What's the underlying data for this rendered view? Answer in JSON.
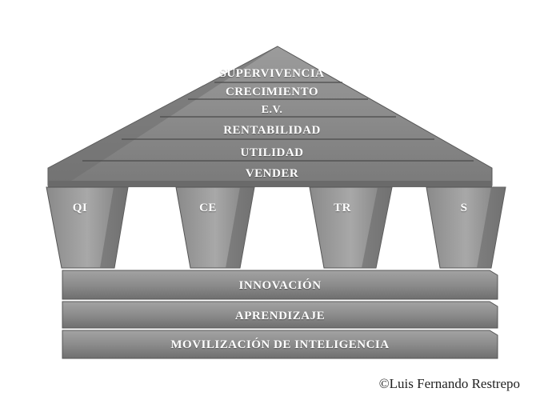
{
  "roof": {
    "levels": [
      "SUPERVIVENCIA",
      "CRECIMIENTO",
      "E.V.",
      "RENTABILIDAD",
      "UTILIDAD",
      "VENDER"
    ]
  },
  "columns": [
    "QI",
    "CE",
    "TR",
    "S"
  ],
  "base": {
    "layers": [
      "INNOVACIÓN",
      "APRENDIZAJE",
      "MOVILIZACIÓN DE INTELIGENCIA"
    ]
  },
  "credit": "©Luis Fernando Restrepo",
  "colors": {
    "stone": "#8f8f8f",
    "stone_dark": "#5e5e5e",
    "stone_light": "#b9b9b9",
    "text": "#ffffff"
  }
}
